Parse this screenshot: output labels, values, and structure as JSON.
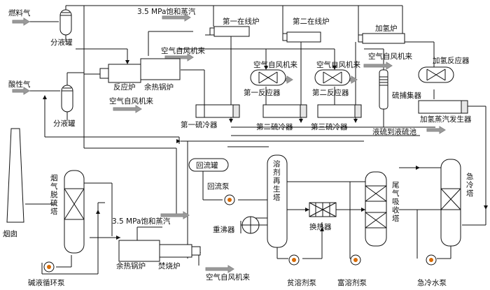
{
  "labels": {
    "fuel_gas": "燃料气",
    "separator_top": "分液罐",
    "acid_gas": "酸性气",
    "separator_bottom": "分液罐",
    "steam_top": "3.5 MPa饱和蒸汽",
    "air_top": "空气自风机来",
    "reactor_furnace": "反应炉",
    "waste_boiler_top": "余热锅炉",
    "air_left": "空气自风机来",
    "first_cooler": "第一硫冷器",
    "first_inline": "第一在线炉",
    "second_inline": "第二在线炉",
    "hydro_furnace": "加氢炉",
    "air_r1": "空气自风机来",
    "air_r2": "空气自风机来",
    "air_r3": "空气自风机来",
    "reactor1": "第一反应器",
    "reactor2": "第二反应器",
    "sulfur_catcher": "硫捕集器",
    "hydro_reactor": "加氢反应器",
    "steam_gen": "加氢蒸汽发生器",
    "second_cooler": "第二硫冷器",
    "third_cooler": "第三硫冷器",
    "liquid_sulfur": "液硫到液硫池",
    "reflux_tank": "回流罐",
    "reflux_pump": "回流泵",
    "regen_tower": "溶剂再生塔",
    "reboiler": "重沸器",
    "heat_exchanger": "换热器",
    "tail_absorber": "尾气吸收塔",
    "quench_tower": "急冷塔",
    "lean_pump": "贫溶剂泵",
    "rich_pump": "富溶剂泵",
    "quench_pump": "急冷水泵",
    "flue_tower": "烟气脱硫塔",
    "chimney": "烟囱",
    "steam_bottom": "3.5 MPa饱和蒸汽",
    "waste_boiler_bottom": "余热锅炉",
    "incinerator": "焚烧炉",
    "air_bottom": "空气自风机来",
    "alkali_pump": "碱液循环泵"
  }
}
